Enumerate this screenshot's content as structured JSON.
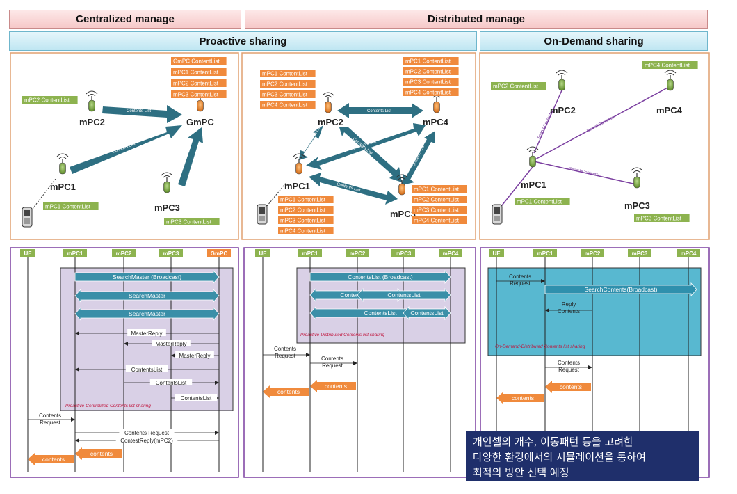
{
  "headers": {
    "centralized": "Centralized manage",
    "distributed": "Distributed manage",
    "proactive": "Proactive sharing",
    "ondemand": "On-Demand sharing"
  },
  "topology": {
    "centralized": {
      "nodes": [
        "mPC2",
        "GmPC",
        "mPC1",
        "mPC3"
      ],
      "gmpc_lists": [
        "GmPC ContentList",
        "mPC1 ContentList",
        "mPC2 ContentList",
        "mPC3 ContentList"
      ],
      "mpc2_list": "mPC2 ContentList",
      "mpc1_list": "mPC1 ContentList",
      "mpc3_list": "mPC3 ContentList",
      "arrow_label": "Contents List"
    },
    "distributed": {
      "nodes": [
        "mPC2",
        "mPC4",
        "mPC1",
        "mPC3"
      ],
      "lists": [
        "mPC1 ContentList",
        "mPC2 ContentList",
        "mPC3 ContentList",
        "mPC4 ContentList"
      ],
      "arrow_label": "Contents List"
    },
    "ondemand": {
      "nodes": [
        "mPC2",
        "mPC4",
        "mPC1",
        "mPC3"
      ],
      "mpc2_list": "mPC2 ContentList",
      "mpc4_list": "mPC4 ContentList",
      "mpc1_list": "mPC1 ContentList",
      "mpc3_list": "mPC3 ContentList",
      "link_label": "SearchContents"
    }
  },
  "sequence": {
    "centralized": {
      "lifelines": [
        "UE",
        "mPC1",
        "mPC2",
        "mPC3",
        "GmPC"
      ],
      "broadcast": "SearchMaster (Broadcast)",
      "search_master": "SearchMaster",
      "master_reply": "MasterReply",
      "contents_list": "ContentsList",
      "region_label": "Proactive-Centralized Contents list sharing",
      "contents_request": "Contents Request",
      "contest_reply": "ContestReply(mPC2)",
      "contents": "contents",
      "ue_request_1": "Contents",
      "ue_request_2": "Request"
    },
    "distributed": {
      "lifelines": [
        "UE",
        "mPC1",
        "mPC2",
        "mPC3",
        "mPC4"
      ],
      "broadcast": "ContentsList (Broadcast)",
      "contents_list": "ContentsList",
      "region_label": "Proactive-Distributed Contents list sharing",
      "contents_request_1": "Contents",
      "contents_request_2": "Request",
      "contents": "contents"
    },
    "ondemand": {
      "lifelines": [
        "UE",
        "mPC1",
        "mPC2",
        "mPC3",
        "mPC4"
      ],
      "broadcast": "SearchContents(Broadcast)",
      "reply_1": "Reply",
      "reply_2": "Contents",
      "region_label": "On-Demand-Distributed Contents list sharing",
      "contents_request_1": "Contents",
      "contents_request_2": "Request",
      "contents": "contents"
    }
  },
  "note_lines": [
    "개인셀의 개수, 이동패턴 등을 고려한",
    "다양한 환경에서의 시뮬레이션을 통하여",
    "최적의 방안 선택 예정"
  ],
  "colors": {
    "green_label": "#8db34f",
    "orange_label": "#f08a3c",
    "teal_arrow": "#2e6f82",
    "purple_line": "#7b3fa0",
    "purple_region": "#d9d0e6",
    "teal_region": "#58b8d0",
    "note_bg": "#1f2f6b"
  }
}
